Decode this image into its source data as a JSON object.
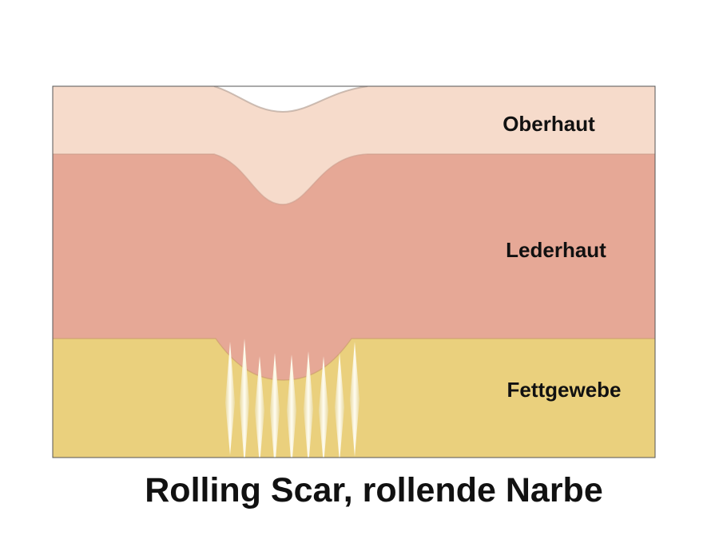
{
  "layers": [
    {
      "label": "Oberhaut",
      "color": "#f6dbcb"
    },
    {
      "label": "Lederhaut",
      "color": "#e6a896"
    },
    {
      "label": "Fettgewebe",
      "color": "#ead07d"
    }
  ],
  "strand_color": "#fffbea",
  "caption": "Rolling Scar, rollende Narbe"
}
